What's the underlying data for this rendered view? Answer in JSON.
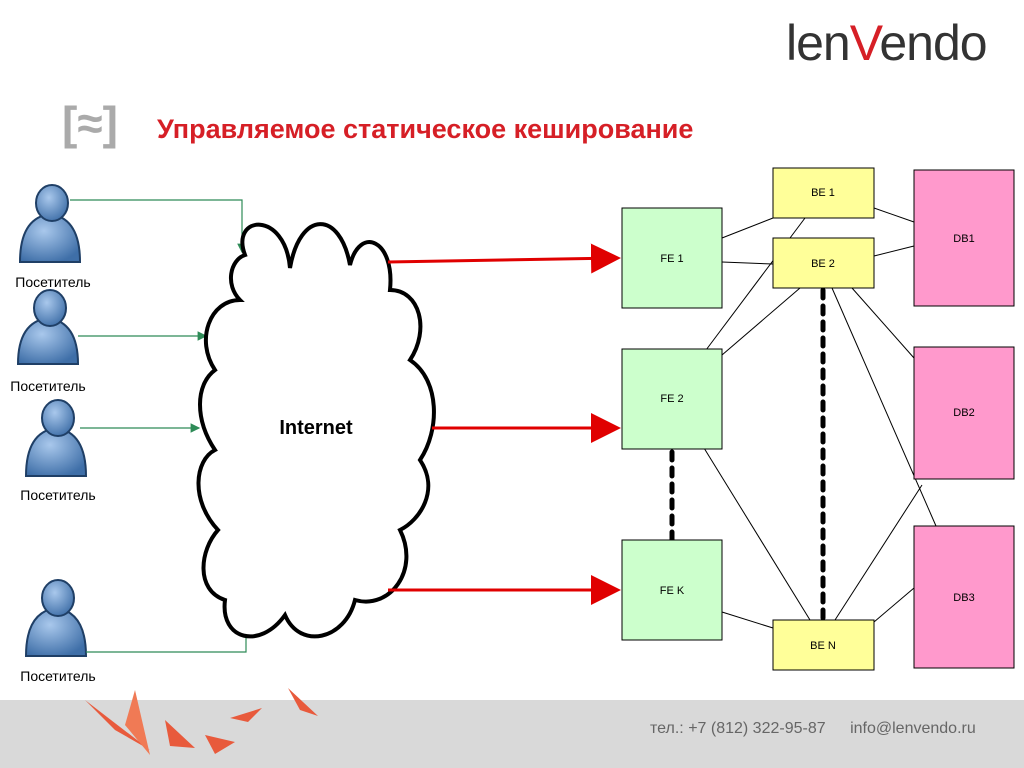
{
  "brand": {
    "logo_left": "len",
    "logo_v": "V",
    "logo_right": "endo"
  },
  "slide": {
    "title": "Управляемое статическое кеширование"
  },
  "visitors": [
    {
      "label": "Посетитель"
    },
    {
      "label": "Посетитель"
    },
    {
      "label": "Посетитель"
    },
    {
      "label": "Посетитель"
    }
  ],
  "cloud": {
    "label": "Internet"
  },
  "frontends": [
    {
      "label": "FE 1"
    },
    {
      "label": "FE 2"
    },
    {
      "label": "FE K"
    }
  ],
  "backends": [
    {
      "label": "BE 1"
    },
    {
      "label": "BE 2"
    },
    {
      "label": "BE N"
    }
  ],
  "databases": [
    {
      "label": "DB1"
    },
    {
      "label": "DB2"
    },
    {
      "label": "DB3"
    }
  ],
  "footer": {
    "phone": "тел.: +7 (812) 322-95-87",
    "email": "info@lenvendo.ru"
  },
  "colors": {
    "accent": "#d61f26",
    "fe": "#ccffcc",
    "be": "#ffff99",
    "db": "#ff99cc",
    "visitor": "#5b8fc9",
    "green_arrow": "#2e8b57"
  }
}
